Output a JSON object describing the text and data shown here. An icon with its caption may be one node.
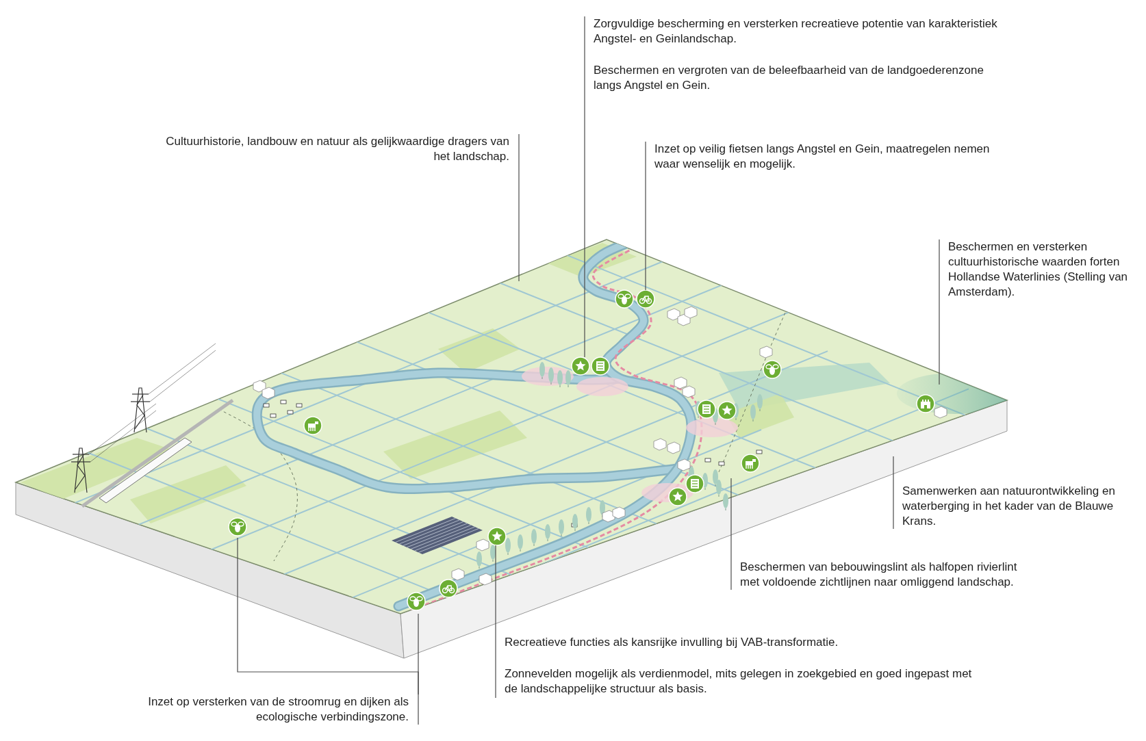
{
  "diagram": {
    "nodes": [
      {
        "text": [
          "Zorgvuldige bescherming en versterken recreatieve potentie van karakteristiek Angstel- en Geinlandschap.",
          "Beschermen en vergroten van de beleefbaarheid van de landgoederenzone langs Angstel en Gein."
        ]
      },
      {
        "text": [
          "Cultuurhistorie, landbouw en natuur als gelijkwaardige dragers van het landschap."
        ]
      },
      {
        "text": [
          "Inzet op veilig fietsen langs Angstel en Gein, maatregelen nemen waar wenselijk en mogelijk."
        ]
      },
      {
        "text": [
          "Beschermen en versterken cultuurhistorische waarden forten Hollandse Waterlinies (Stelling van Amsterdam)."
        ]
      },
      {
        "text": [
          "Samenwerken aan natuurontwikkeling en waterberging in het kader van de Blauwe Krans."
        ]
      },
      {
        "text": [
          "Beschermen van bebouwingslint als halfopen rivierlint met voldoende zichtlijnen naar omliggend landschap."
        ]
      },
      {
        "text": [
          "Recreatieve functies als kansrijke invulling bij VAB-transformatie.",
          "Zonnevelden mogelijk als verdienmodel, mits gelegen in zoekgebied en goed ingepast met de landschappelijke structuur als basis."
        ]
      },
      {
        "text": [
          "Inzet op versterken van de stroomrug en dijken als ecologische verbindingszone."
        ]
      },
      {
        "text": [],
        "shape": "picture"
      },
      {
        "text": [],
        "shape": "picture"
      },
      {
        "text": [],
        "shape": "picture"
      }
    ],
    "edges": [
      {
        "from": 0,
        "to": 8,
        "arrow": "none"
      },
      {
        "from": 1,
        "to": null,
        "arrow": "none"
      },
      {
        "from": 2,
        "to": 9,
        "arrow": "none"
      },
      {
        "from": 3,
        "to": null,
        "arrow": "none"
      },
      {
        "from": 4,
        "to": null,
        "arrow": "none"
      },
      {
        "from": 5,
        "to": null,
        "arrow": "none"
      },
      {
        "from": 6,
        "to": 10,
        "arrow": "none"
      },
      {
        "from": 7,
        "to": null,
        "arrow": "none"
      },
      {
        "from": 7,
        "to": null,
        "arrow": "none"
      }
    ]
  }
}
